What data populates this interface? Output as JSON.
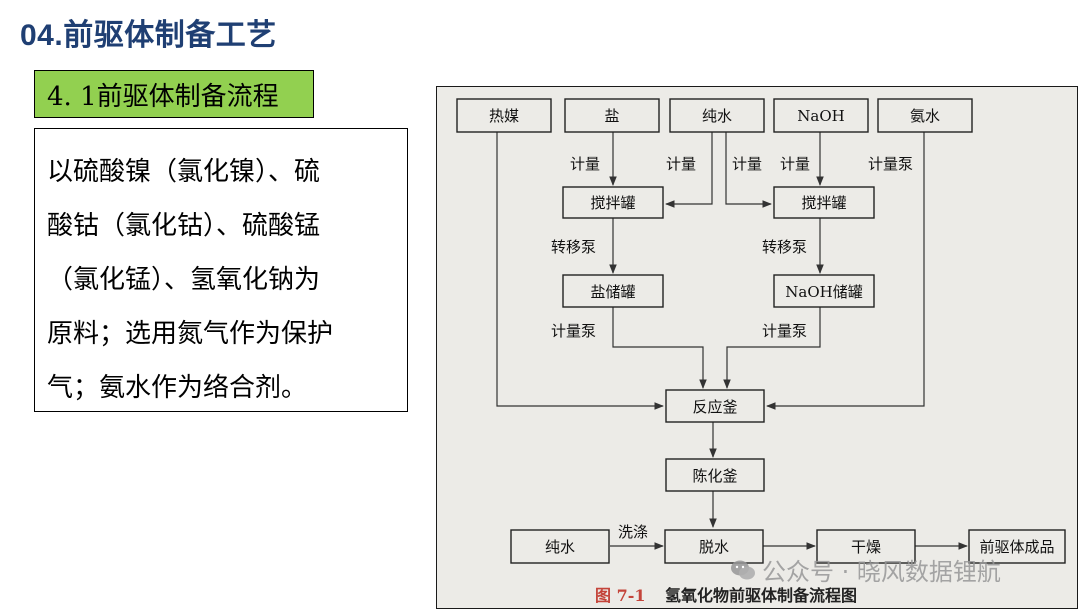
{
  "page_title": "04.前驱体制备工艺",
  "section_heading": "4. 1前驱体制备流程",
  "description_lines": [
    "以硫酸镍（氯化镍）、硫",
    "酸钴（氯化钴）、硫酸锰",
    "（氯化锰）、氢氧化钠为",
    "原料；选用氮气作为保护",
    "气；氨水作为络合剂。"
  ],
  "flowchart": {
    "nodes": {
      "heat_medium": "热媒",
      "salt": "盐",
      "pure_water_top": "纯水",
      "naoh": "NaOH",
      "ammonia": "氨水",
      "mix_tank_1": "搅拌罐",
      "mix_tank_2": "搅拌罐",
      "salt_storage": "盐储罐",
      "naoh_storage": "NaOH储罐",
      "reactor": "反应釜",
      "aging_tank": "陈化釜",
      "pure_water_bottom": "纯水",
      "dewater": "脱水",
      "dry": "干燥",
      "product": "前驱体成品"
    },
    "edge_labels": {
      "meter_salt": "计量",
      "meter_water_1": "计量",
      "meter_water_2": "计量",
      "meter_naoh": "计量",
      "meter_pump_ammonia": "计量泵",
      "transfer_pump_1": "转移泵",
      "transfer_pump_2": "转移泵",
      "meter_pump_salt": "计量泵",
      "meter_pump_naoh": "计量泵",
      "wash": "洗涤"
    },
    "caption_number": "图 7-1",
    "caption_text": "氢氧化物前驱体制备流程图"
  },
  "watermark": "公众号 · 晓风数据锂航"
}
